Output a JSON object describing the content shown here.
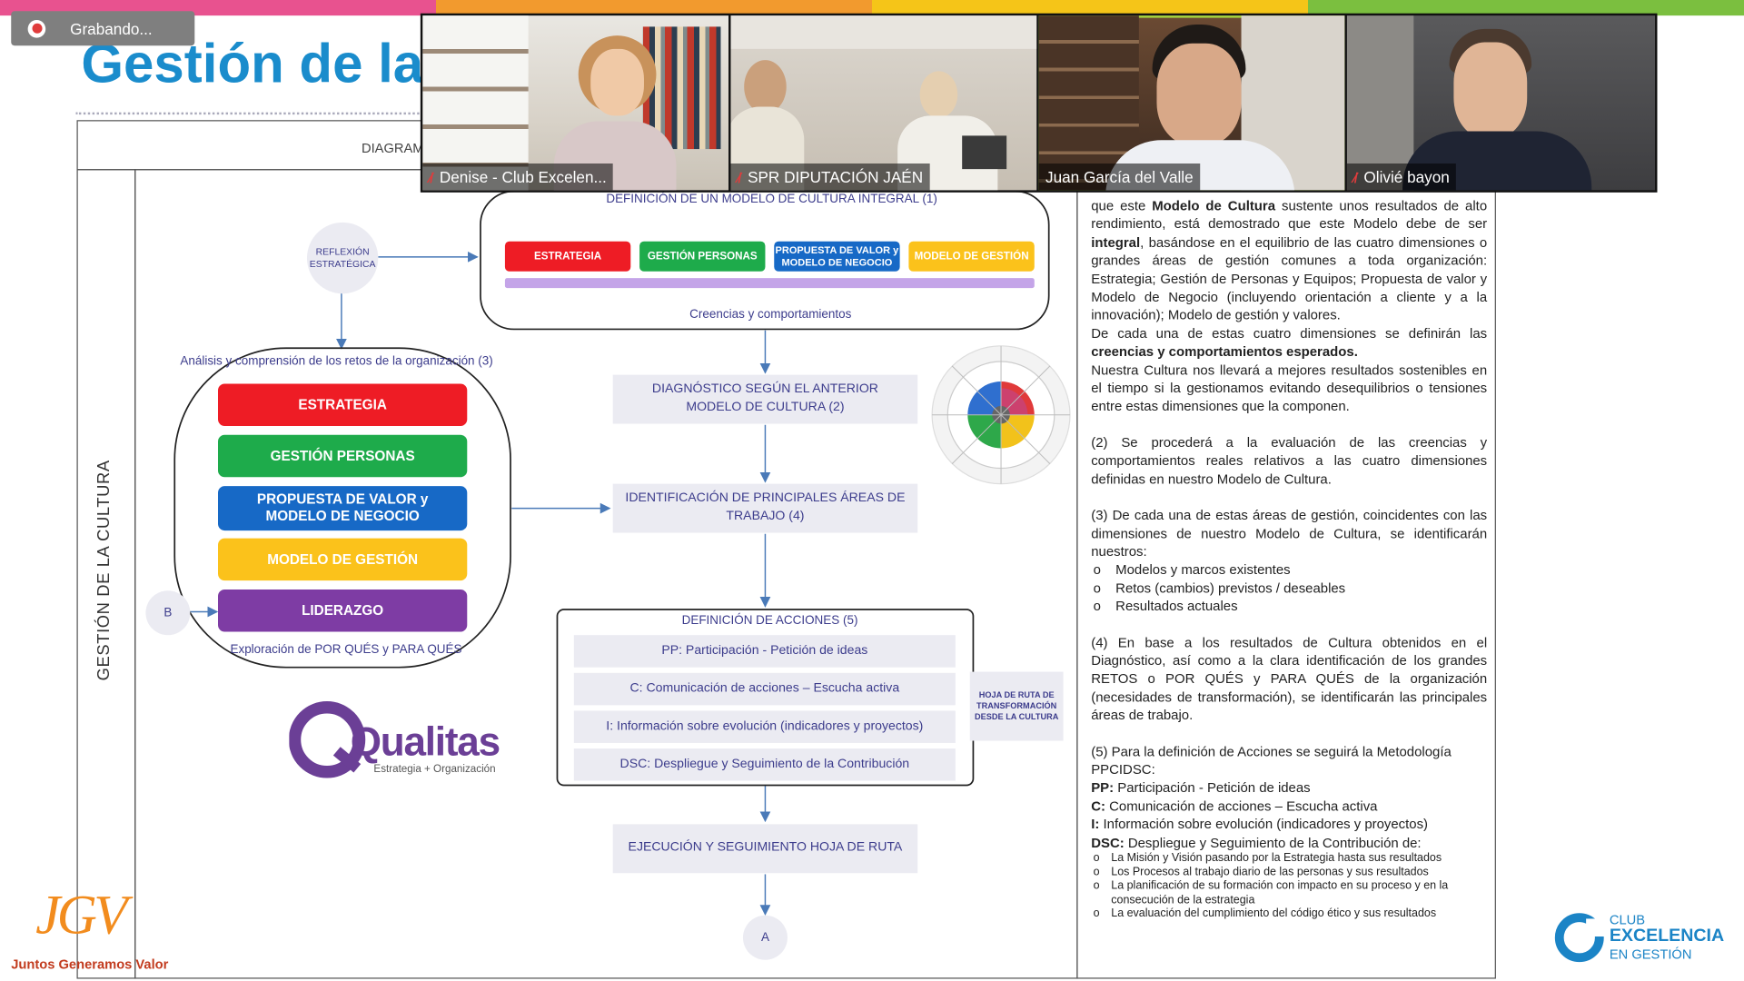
{
  "recording": {
    "label": "Grabando..."
  },
  "slide": {
    "title": "Gestión de la",
    "header_label": "DIAGRAM",
    "side_label": "GESTIÓN DE LA CULTURA",
    "reflexion": "REFLEXIÓN ESTRATÉGICA",
    "b_label": "B",
    "a_label": "A",
    "analysis_caption": "Análisis y comprensión de los retos de la organización (3)",
    "pillars": [
      {
        "label": "ESTRATEGIA",
        "color": "#ee1c25"
      },
      {
        "label": "GESTIÓN PERSONAS",
        "color": "#1eab4b"
      },
      {
        "label": "PROPUESTA DE VALOR y MODELO DE NEGOCIO",
        "color": "#1769c6"
      },
      {
        "label": "MODELO DE GESTIÓN",
        "color": "#fbc21b"
      },
      {
        "label": "LIDERAZGO",
        "color": "#7e3ca4"
      }
    ],
    "exploration_caption": "Exploración de POR QUÉS y PARA QUÉS",
    "model_title": "DEFINICIÓN DE UN MODELO DE CULTURA INTEGRAL (1)",
    "model_pills": [
      {
        "label": "ESTRATEGIA",
        "color": "#ee1c25"
      },
      {
        "label": "GESTIÓN PERSONAS",
        "color": "#1eab4b"
      },
      {
        "label": "PROPUESTA DE VALOR y MODELO DE NEGOCIO",
        "color": "#1769c6"
      },
      {
        "label": "MODELO DE GESTIÓN",
        "color": "#fbc21b"
      }
    ],
    "beliefs_caption": "Creencias y comportamientos",
    "diagnostic": "DIAGNÓSTICO SEGÚN EL ANTERIOR MODELO DE CULTURA (2)",
    "identification": "IDENTIFICACIÓN DE PRINCIPALES ÁREAS DE TRABAJO (4)",
    "actions_title": "DEFINICIÓN DE ACCIONES (5)",
    "actions": [
      "PP: Participación - Petición de ideas",
      "C: Comunicación de acciones – Escucha activa",
      "I: Información sobre evolución (indicadores y proyectos)",
      "DSC: Despliegue y Seguimiento de la Contribución"
    ],
    "roadmap_note": "HOJA DE RUTA DE TRANSFORMACIÓN DESDE LA CULTURA",
    "execution": "EJECUCIÓN Y SEGUIMIENTO HOJA DE RUTA",
    "qualitas": {
      "brand": "Qualitas",
      "tagline": "Estrategia + Organización"
    },
    "jgv": {
      "brand": "JGV",
      "tagline": "Juntos Generamos Valor"
    },
    "club": {
      "line1": "CLUB",
      "line2": "EXCELENCIA",
      "line3": "EN GESTIÓN"
    },
    "right_text": {
      "p1_a": "que este ",
      "p1_b": "Modelo de Cultura",
      "p1_c": " sustente unos resultados de alto rendimiento, está demostrado que este Modelo debe de ser ",
      "p1_d": "integral",
      "p1_e": ", basándose en el equilibrio de las cuatro dimensiones o grandes áreas de gestión comunes a toda organización: Estrategia; Gestión de Personas y Equipos; Propuesta de valor y Modelo de Negocio (incluyendo orientación a cliente y a la innovación); Modelo de gestión y valores.",
      "p2_a": "De cada una de estas cuatro dimensiones se definirán las ",
      "p2_b": "creencias y comportamientos esperados.",
      "p3": "Nuestra Cultura nos llevará a mejores resultados sostenibles en el tiempo si la gestionamos evitando desequilibrios o tensiones entre estas dimensiones que la componen.",
      "p4": "(2) Se procederá a la evaluación de las creencias y comportamientos reales relativos a las cuatro dimensiones definidas en nuestro Modelo de Cultura.",
      "p5": "(3) De cada una de estas áreas de gestión, coincidentes con las dimensiones de nuestro Modelo de Cultura, se identificarán nuestros:",
      "list1": [
        "Modelos y marcos existentes",
        "Retos (cambios) previstos / deseables",
        "Resultados actuales"
      ],
      "p6": "(4) En base a los resultados de Cultura obtenidos en el Diagnóstico, así como a la clara identificación de los grandes RETOS o POR QUÉS y PARA QUÉS de la organización (necesidades de transformación), se identificarán las principales áreas de trabajo.",
      "p7_a": "(5) Para la definición de Acciones se seguirá la Metodología",
      "p7_b": "PPCIDSC:",
      "m1_a": "PP:",
      "m1_b": " Participación - Petición de ideas",
      "m2_a": "C:",
      "m2_b": " Comunicación de acciones – Escucha activa",
      "m3_a": "I:",
      "m3_b": " Información sobre evolución (indicadores y proyectos)",
      "m4_a": "DSC:",
      "m4_b": " Despliegue y Seguimiento de la Contribución de:",
      "list2": [
        "La Misión y Visión pasando por la Estrategia hasta sus resultados",
        "Los Procesos al trabajo diario de las personas y sus resultados",
        "La planificación de su formación con impacto en su proceso y en la consecución de la estrategia",
        "La evaluación del cumplimiento del código ético y sus resultados"
      ]
    }
  },
  "participants": [
    {
      "name": "Denise - Club Excelen...",
      "muted": true,
      "active": false
    },
    {
      "name": "SPR DIPUTACIÓN JAÉN",
      "muted": true,
      "active": false
    },
    {
      "name": "Juan García del Valle",
      "muted": false,
      "active": true
    },
    {
      "name": "Olivié bayon",
      "muted": true,
      "active": false
    }
  ],
  "colors": {
    "title": "#1a8ccc",
    "diagram_text": "#3c3c8c",
    "active_speaker": "#a5d63f"
  },
  "icons": {
    "mic_muted": "mic-muted-icon",
    "record": "record-icon"
  }
}
